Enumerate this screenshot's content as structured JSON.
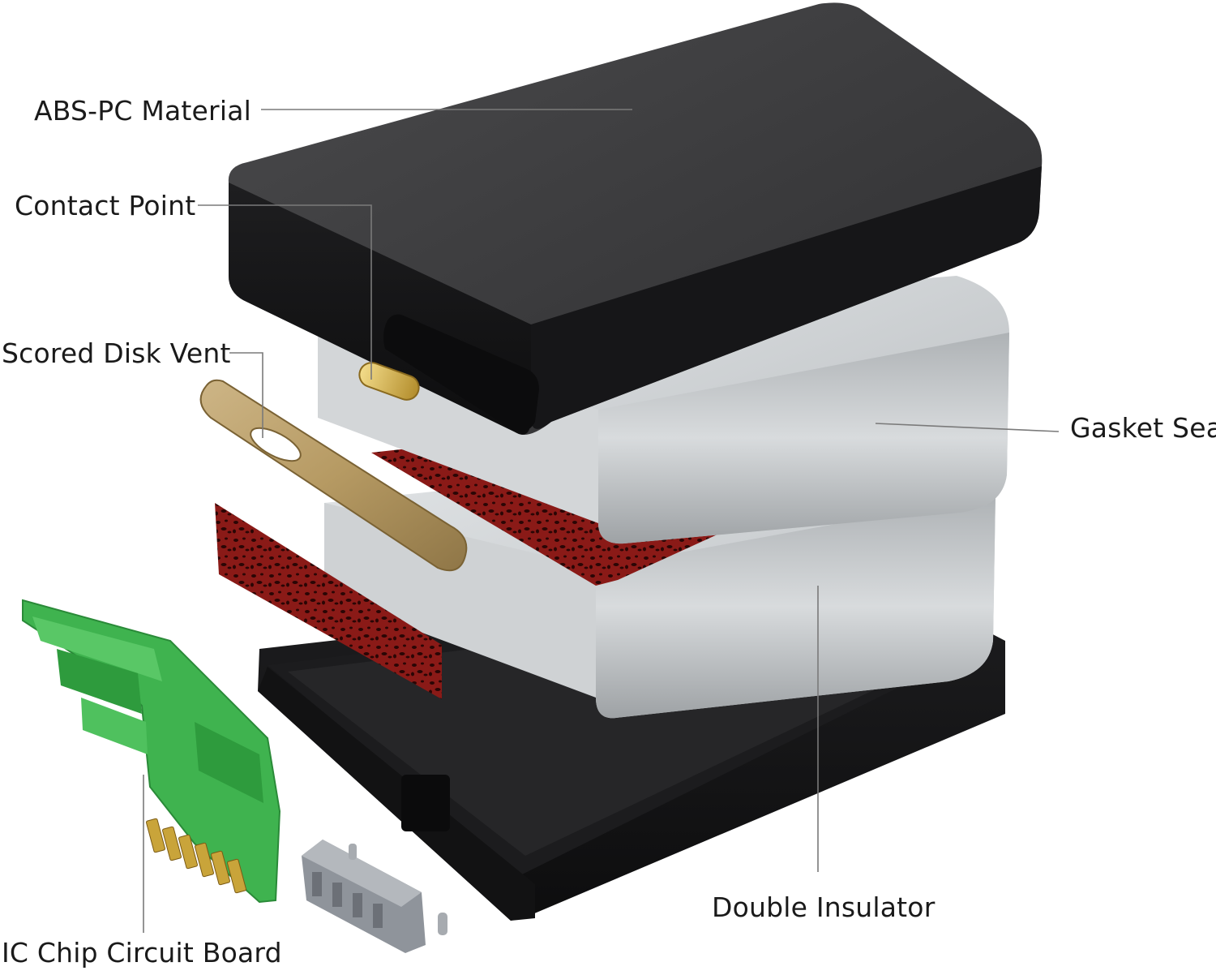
{
  "labels": {
    "abs_pc_material": "ABS-PC Material",
    "contact_point": "Contact Point",
    "scored_disk_vent": "Scored Disk Vent",
    "gasket_seal": "Gasket Seal",
    "double_insulator": "Double Insulator",
    "ic_chip_circuit_board": "IC Chip Circuit Board"
  },
  "colors": {
    "casing": "#2b2b2d",
    "cell": "#c9ccce",
    "gasket": "#8a1a17",
    "vent": "#b99e6a",
    "pcb": "#3fb34f",
    "connector": "#8f949b",
    "leader_line": "#7a7a7a"
  }
}
